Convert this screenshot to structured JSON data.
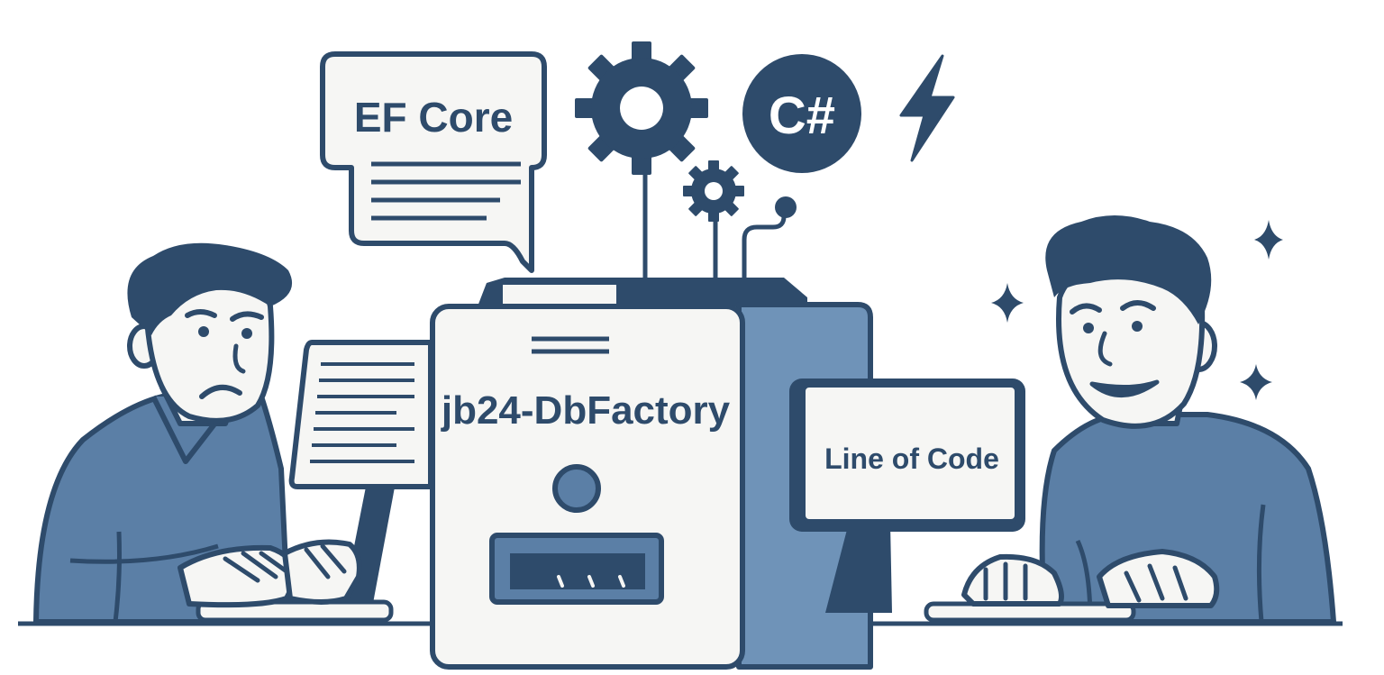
{
  "labels": {
    "speech_bubble": "EF Core",
    "language_badge": "C#",
    "machine_title": "jb24-DbFactory",
    "monitor_text": "Line of Code"
  },
  "colors": {
    "navy": "#2e4b6b",
    "steel_blue": "#5b7fa6",
    "light_steel": "#6f93b8",
    "off_white": "#f6f6f4",
    "white": "#ffffff"
  },
  "icons": [
    "gear-icon",
    "small-gear-icon",
    "lightning-icon",
    "sparkle-icon",
    "antenna-icon"
  ]
}
